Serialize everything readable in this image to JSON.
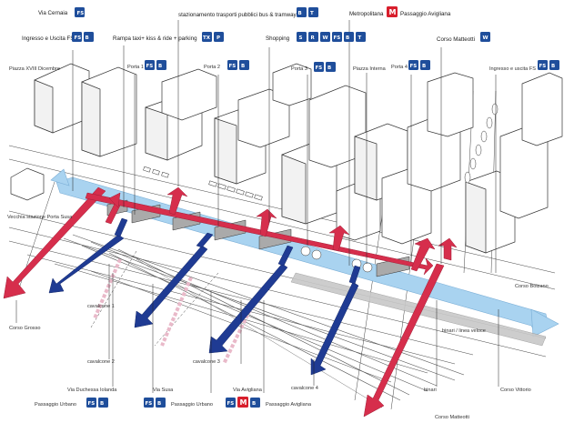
{
  "labels": {
    "via_cernaia": "Via Cernaia",
    "stazionamento": "stazionamento trasporti pubblici bus & tramway",
    "metropolitana": "Metropolitana",
    "passaggio_avigliana_top": "Passaggio Avigliana",
    "ingresso_uscita_top": "Ingresso e Uscita FS",
    "rampa_taxi": "Rampa taxi+ kiss & ride + parking",
    "shopping": "Shopping",
    "corso_matteotti_top": "Corso Matteotti",
    "piazza_xviii": "Piazza XVIII Dicembre",
    "porta1": "Porta 1",
    "porta2": "Porta 2",
    "porta3": "Porta 3",
    "piazza_interna": "Piazza Interna",
    "porta4": "Porta 4",
    "ingresso_uscita_right": "Ingresso e uscita FS",
    "vecchia_stazione": "Vecchia stazione Porta Susa",
    "corso_bolzano": "Corso Bolzano",
    "corso_grosso": "Corso Grosso",
    "cavalcone1": "cavalcone 1",
    "cavalcone2": "cavalcone 2",
    "cavalcone3": "cavalcone 3",
    "cavalcone4": "cavalcone 4",
    "binari_linea_veloce": "binari / linea veloce",
    "binari": "binari",
    "corso_vittorio": "Corso Vittorio",
    "via_duchessa": "Via Duchessa Iolanda",
    "via_susa": "Via Susa",
    "via_avigliana": "Via Avigliana",
    "passaggio_urbano_1": "Passaggio Urbano",
    "passaggio_urbano_2": "Passaggio Urbano",
    "passaggio_avigliana_bottom": "Passaggio Avigliana",
    "corso_matteotti_bottom": "Corso Matteotti"
  },
  "icons": {
    "train": "train-icon",
    "bus": "bus-icon",
    "tram": "tram-icon",
    "taxi": "taxi-icon",
    "parking": "parking-icon",
    "metro": "metro-icon",
    "shop": "shopping-bag-icon",
    "restaurant": "restaurant-icon",
    "walk": "pedestrian-icon"
  },
  "colors": {
    "red_flow": "#d62e4c",
    "blue_flow": "#1f3b93",
    "light_blue_axis": "#a9d3f0",
    "pink_dashed": "#e9b9c9",
    "icon_blue": "#1f4e9b",
    "metro_red": "#d81e2c"
  }
}
